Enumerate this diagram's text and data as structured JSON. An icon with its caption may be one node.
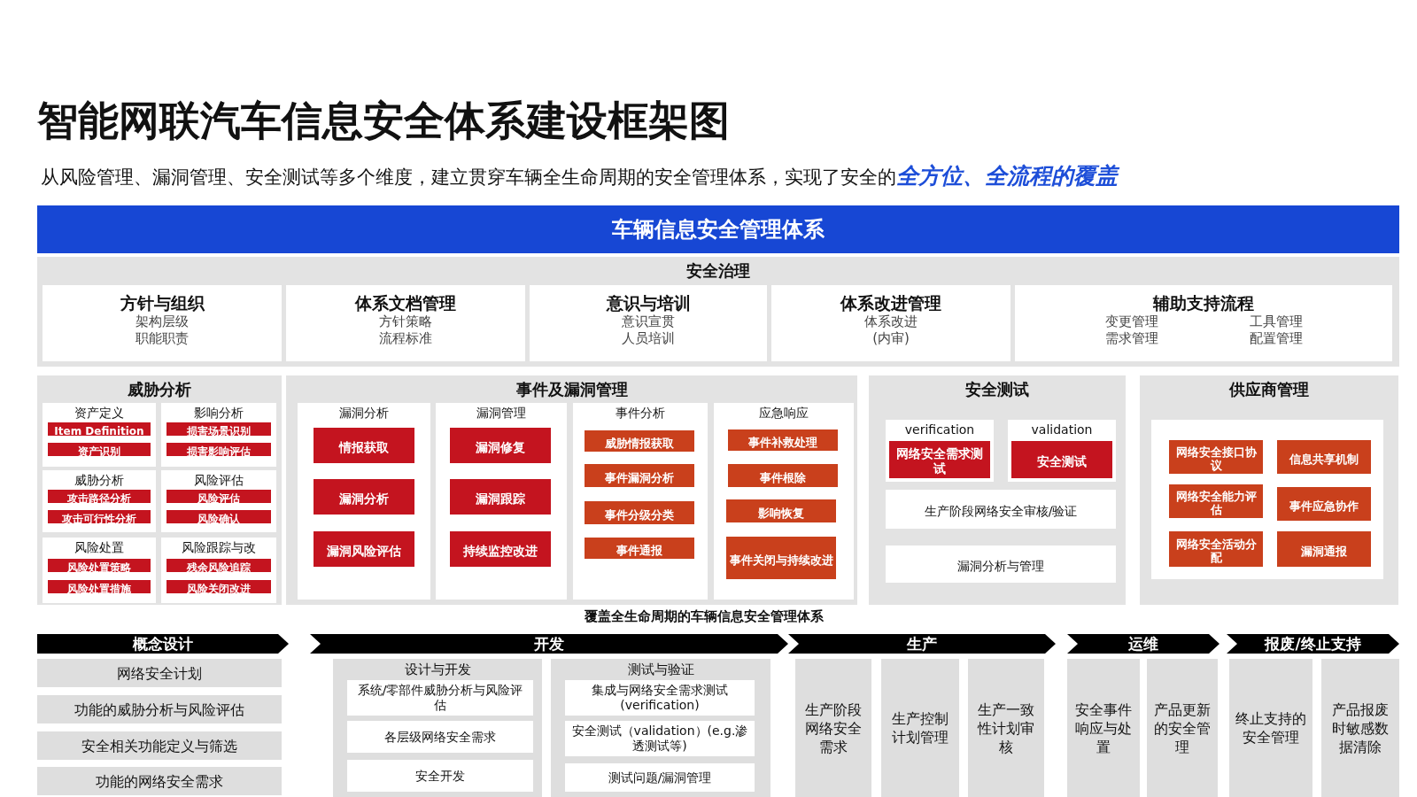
{
  "diagram": {
    "title": "智能网联汽车信息安全体系建设框架图",
    "labels": [
      "从风险管理、漏洞管理、安全测试等多个维度，建立贯穿车辆全生命周期的安全管理体系，实现了安全的**全方位、全流程的覆盖**",
      "覆盖全生命周期的车辆信息安全管理体系"
    ],
    "nodes": [
      {
        "text": [
          "车辆信息安全管理体系"
        ]
      },
      {
        "text": [
          "安全治理"
        ]
      },
      {
        "text": [
          "方针与组织",
          "架构层级",
          "职能职责"
        ],
        "in": 1
      },
      {
        "text": [
          "体系文档管理",
          "方针策略",
          "流程标准"
        ],
        "in": 1
      },
      {
        "text": [
          "意识与培训",
          "意识宣贯",
          "人员培训"
        ],
        "in": 1
      },
      {
        "text": [
          "体系改进管理",
          "体系改进",
          "(内审)"
        ],
        "in": 1
      },
      {
        "text": [
          "辅助支持流程",
          "变更管理",
          "工具管理",
          "需求管理",
          "配置管理"
        ],
        "in": 1
      },
      {
        "text": [
          "威胁分析"
        ]
      },
      {
        "text": [
          "资产定义"
        ],
        "in": 7
      },
      {
        "text": [
          "Item Definition"
        ],
        "in": 8
      },
      {
        "text": [
          "资产识别"
        ],
        "in": 8
      },
      {
        "text": [
          "影响分析"
        ],
        "in": 7
      },
      {
        "text": [
          "损害场景识别"
        ],
        "in": 11
      },
      {
        "text": [
          "损害影响评估"
        ],
        "in": 11
      },
      {
        "text": [
          "威胁分析"
        ],
        "in": 7
      },
      {
        "text": [
          "攻击路径分析"
        ],
        "in": 14
      },
      {
        "text": [
          "攻击可行性分析"
        ],
        "in": 14
      },
      {
        "text": [
          "风险评估"
        ],
        "in": 7
      },
      {
        "text": [
          "风险评估"
        ],
        "in": 17
      },
      {
        "text": [
          "风险确认"
        ],
        "in": 17
      },
      {
        "text": [
          "风险处置"
        ],
        "in": 7
      },
      {
        "text": [
          "风险处置策略"
        ],
        "in": 20
      },
      {
        "text": [
          "风险处置措施"
        ],
        "in": 20
      },
      {
        "text": [
          "风险跟踪与改"
        ],
        "in": 7
      },
      {
        "text": [
          "残余风险追踪"
        ],
        "in": 23
      },
      {
        "text": [
          "风险关闭改进"
        ],
        "in": 23
      },
      {
        "text": [
          "事件及漏洞管理"
        ]
      },
      {
        "text": [
          "漏洞分析"
        ],
        "in": 26
      },
      {
        "text": [
          "情报获取"
        ],
        "in": 27
      },
      {
        "text": [
          "漏洞分析"
        ],
        "in": 27
      },
      {
        "text": [
          "漏洞风险评估"
        ],
        "in": 27
      },
      {
        "text": [
          "漏洞管理"
        ],
        "in": 26
      },
      {
        "text": [
          "漏洞修复"
        ],
        "in": 31
      },
      {
        "text": [
          "漏洞跟踪"
        ],
        "in": 31
      },
      {
        "text": [
          "持续监控改进"
        ],
        "in": 31
      },
      {
        "text": [
          "事件分析"
        ],
        "in": 26
      },
      {
        "text": [
          "威胁情报获取"
        ],
        "in": 35
      },
      {
        "text": [
          "事件漏洞分析"
        ],
        "in": 35
      },
      {
        "text": [
          "事件分级分类"
        ],
        "in": 35
      },
      {
        "text": [
          "事件通报"
        ],
        "in": 35
      },
      {
        "text": [
          "应急响应"
        ],
        "in": 26
      },
      {
        "text": [
          "事件补救处理"
        ],
        "in": 40
      },
      {
        "text": [
          "事件根除"
        ],
        "in": 40
      },
      {
        "text": [
          "影响恢复"
        ],
        "in": 40
      },
      {
        "text": [
          "事件关闭与持续改进"
        ],
        "in": 40
      },
      {
        "text": [
          "安全测试"
        ]
      },
      {
        "text": [
          "verification"
        ],
        "in": 45
      },
      {
        "text": [
          "网络安全需求测试"
        ],
        "in": 46
      },
      {
        "text": [
          "validation"
        ],
        "in": 45
      },
      {
        "text": [
          "安全测试"
        ],
        "in": 48
      },
      {
        "text": [
          "生产阶段网络安全审核/验证"
        ],
        "in": 45
      },
      {
        "text": [
          "漏洞分析与管理"
        ],
        "in": 45
      },
      {
        "text": [
          "供应商管理"
        ]
      },
      {
        "text": [],
        "shape": "box",
        "in": 52
      },
      {
        "text": [
          "网络安全接口协议"
        ],
        "in": 53
      },
      {
        "text": [
          "信息共享机制"
        ],
        "in": 53
      },
      {
        "text": [
          "网络安全能力评估"
        ],
        "in": 53
      },
      {
        "text": [
          "事件应急协作"
        ],
        "in": 53
      },
      {
        "text": [
          "网络安全活动分配"
        ],
        "in": 53
      },
      {
        "text": [
          "漏洞通报"
        ],
        "in": 53
      },
      {
        "text": [
          "概念设计"
        ]
      },
      {
        "text": [
          "开发"
        ]
      },
      {
        "text": [
          "生产"
        ]
      },
      {
        "text": [
          "运维"
        ]
      },
      {
        "text": [
          "报废/终止支持"
        ]
      },
      {
        "text": [
          "网络安全计划"
        ]
      },
      {
        "text": [
          "功能的威胁分析与风险评估"
        ]
      },
      {
        "text": [
          "安全相关功能定义与筛选"
        ]
      },
      {
        "text": [
          "功能的网络安全需求"
        ]
      },
      {
        "text": [
          "设计与开发"
        ]
      },
      {
        "text": [
          "系统/零部件威胁分析与风险评估"
        ],
        "in": 69
      },
      {
        "text": [
          "各层级网络安全需求"
        ],
        "in": 69
      },
      {
        "text": [
          "安全开发"
        ],
        "in": 69
      },
      {
        "text": [
          "测试与验证"
        ]
      },
      {
        "text": [
          "集成与网络安全需求测试(verification)"
        ],
        "in": 73
      },
      {
        "text": [
          "安全测试（validation）(e.g.渗透测试等)"
        ],
        "in": 73
      },
      {
        "text": [
          "测试问题/漏洞管理"
        ],
        "in": 73
      },
      {
        "text": [
          "生产阶段网络安全需求"
        ]
      },
      {
        "text": [
          "生产控制计划管理"
        ]
      },
      {
        "text": [
          "生产一致性计划审核"
        ]
      },
      {
        "text": [
          "安全事件响应与处置"
        ]
      },
      {
        "text": [
          "产品更新的安全管理"
        ]
      },
      {
        "text": [
          "终止支持的安全管理"
        ]
      },
      {
        "text": [
          "产品报废时敏感数据清除"
        ]
      }
    ]
  }
}
